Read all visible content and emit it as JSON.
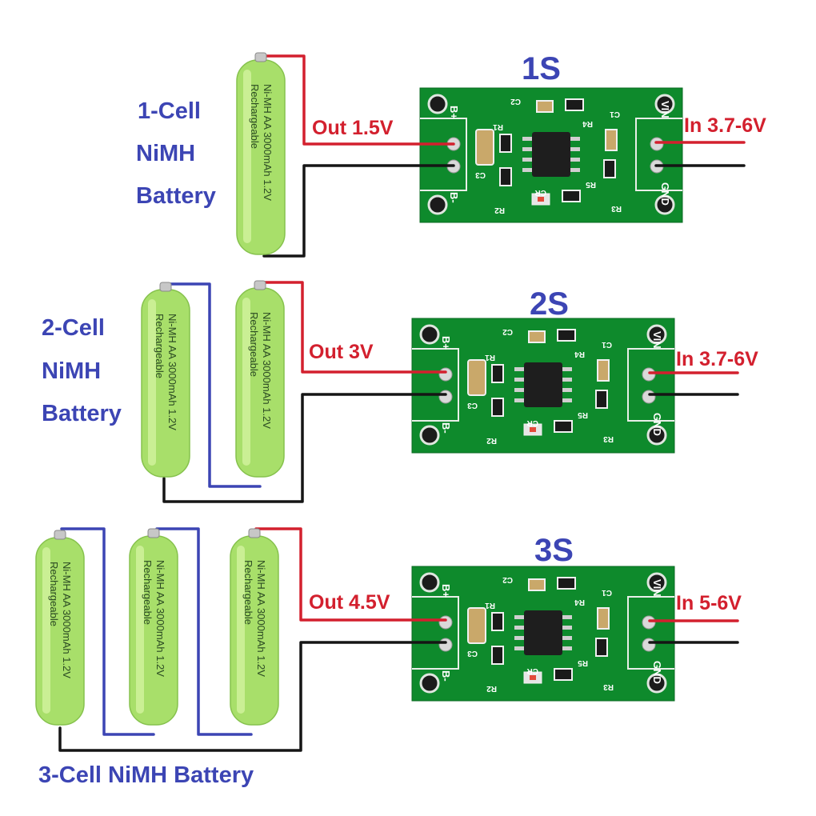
{
  "colors": {
    "red_wire": "#d3202e",
    "black_wire": "#151515",
    "blue_wire": "#3c45b4",
    "label_blue": "#3c45b4",
    "label_red": "#d3202e",
    "pcb_green": "#0e8a2c",
    "battery_green": "#a8df6a"
  },
  "battery": {
    "line1": "Ni-MH AA 3000mAh 1.2V",
    "line2": "Rechargeable"
  },
  "board": {
    "pins": {
      "bplus": "B+",
      "bminus": "B-",
      "vin": "VIN",
      "gnd": "GND"
    },
    "parts": {
      "c1": "C1",
      "c2": "C2",
      "c3": "C3",
      "r1": "R1",
      "r2": "R2",
      "r3": "R3",
      "r4": "R4",
      "r5": "R5",
      "cr": "CR"
    }
  },
  "sections": [
    {
      "title": "1S",
      "battery_label": [
        "1-Cell",
        "NiMH",
        "Battery"
      ],
      "output": "Out 1.5V",
      "input": "In 3.7-6V"
    },
    {
      "title": "2S",
      "battery_label": [
        "2-Cell",
        "NiMH",
        "Battery"
      ],
      "output": "Out 3V",
      "input": "In 3.7-6V"
    },
    {
      "title": "3S",
      "battery_label": [
        "3-Cell NiMH Battery"
      ],
      "output": "Out 4.5V",
      "input": "In 5-6V"
    }
  ]
}
